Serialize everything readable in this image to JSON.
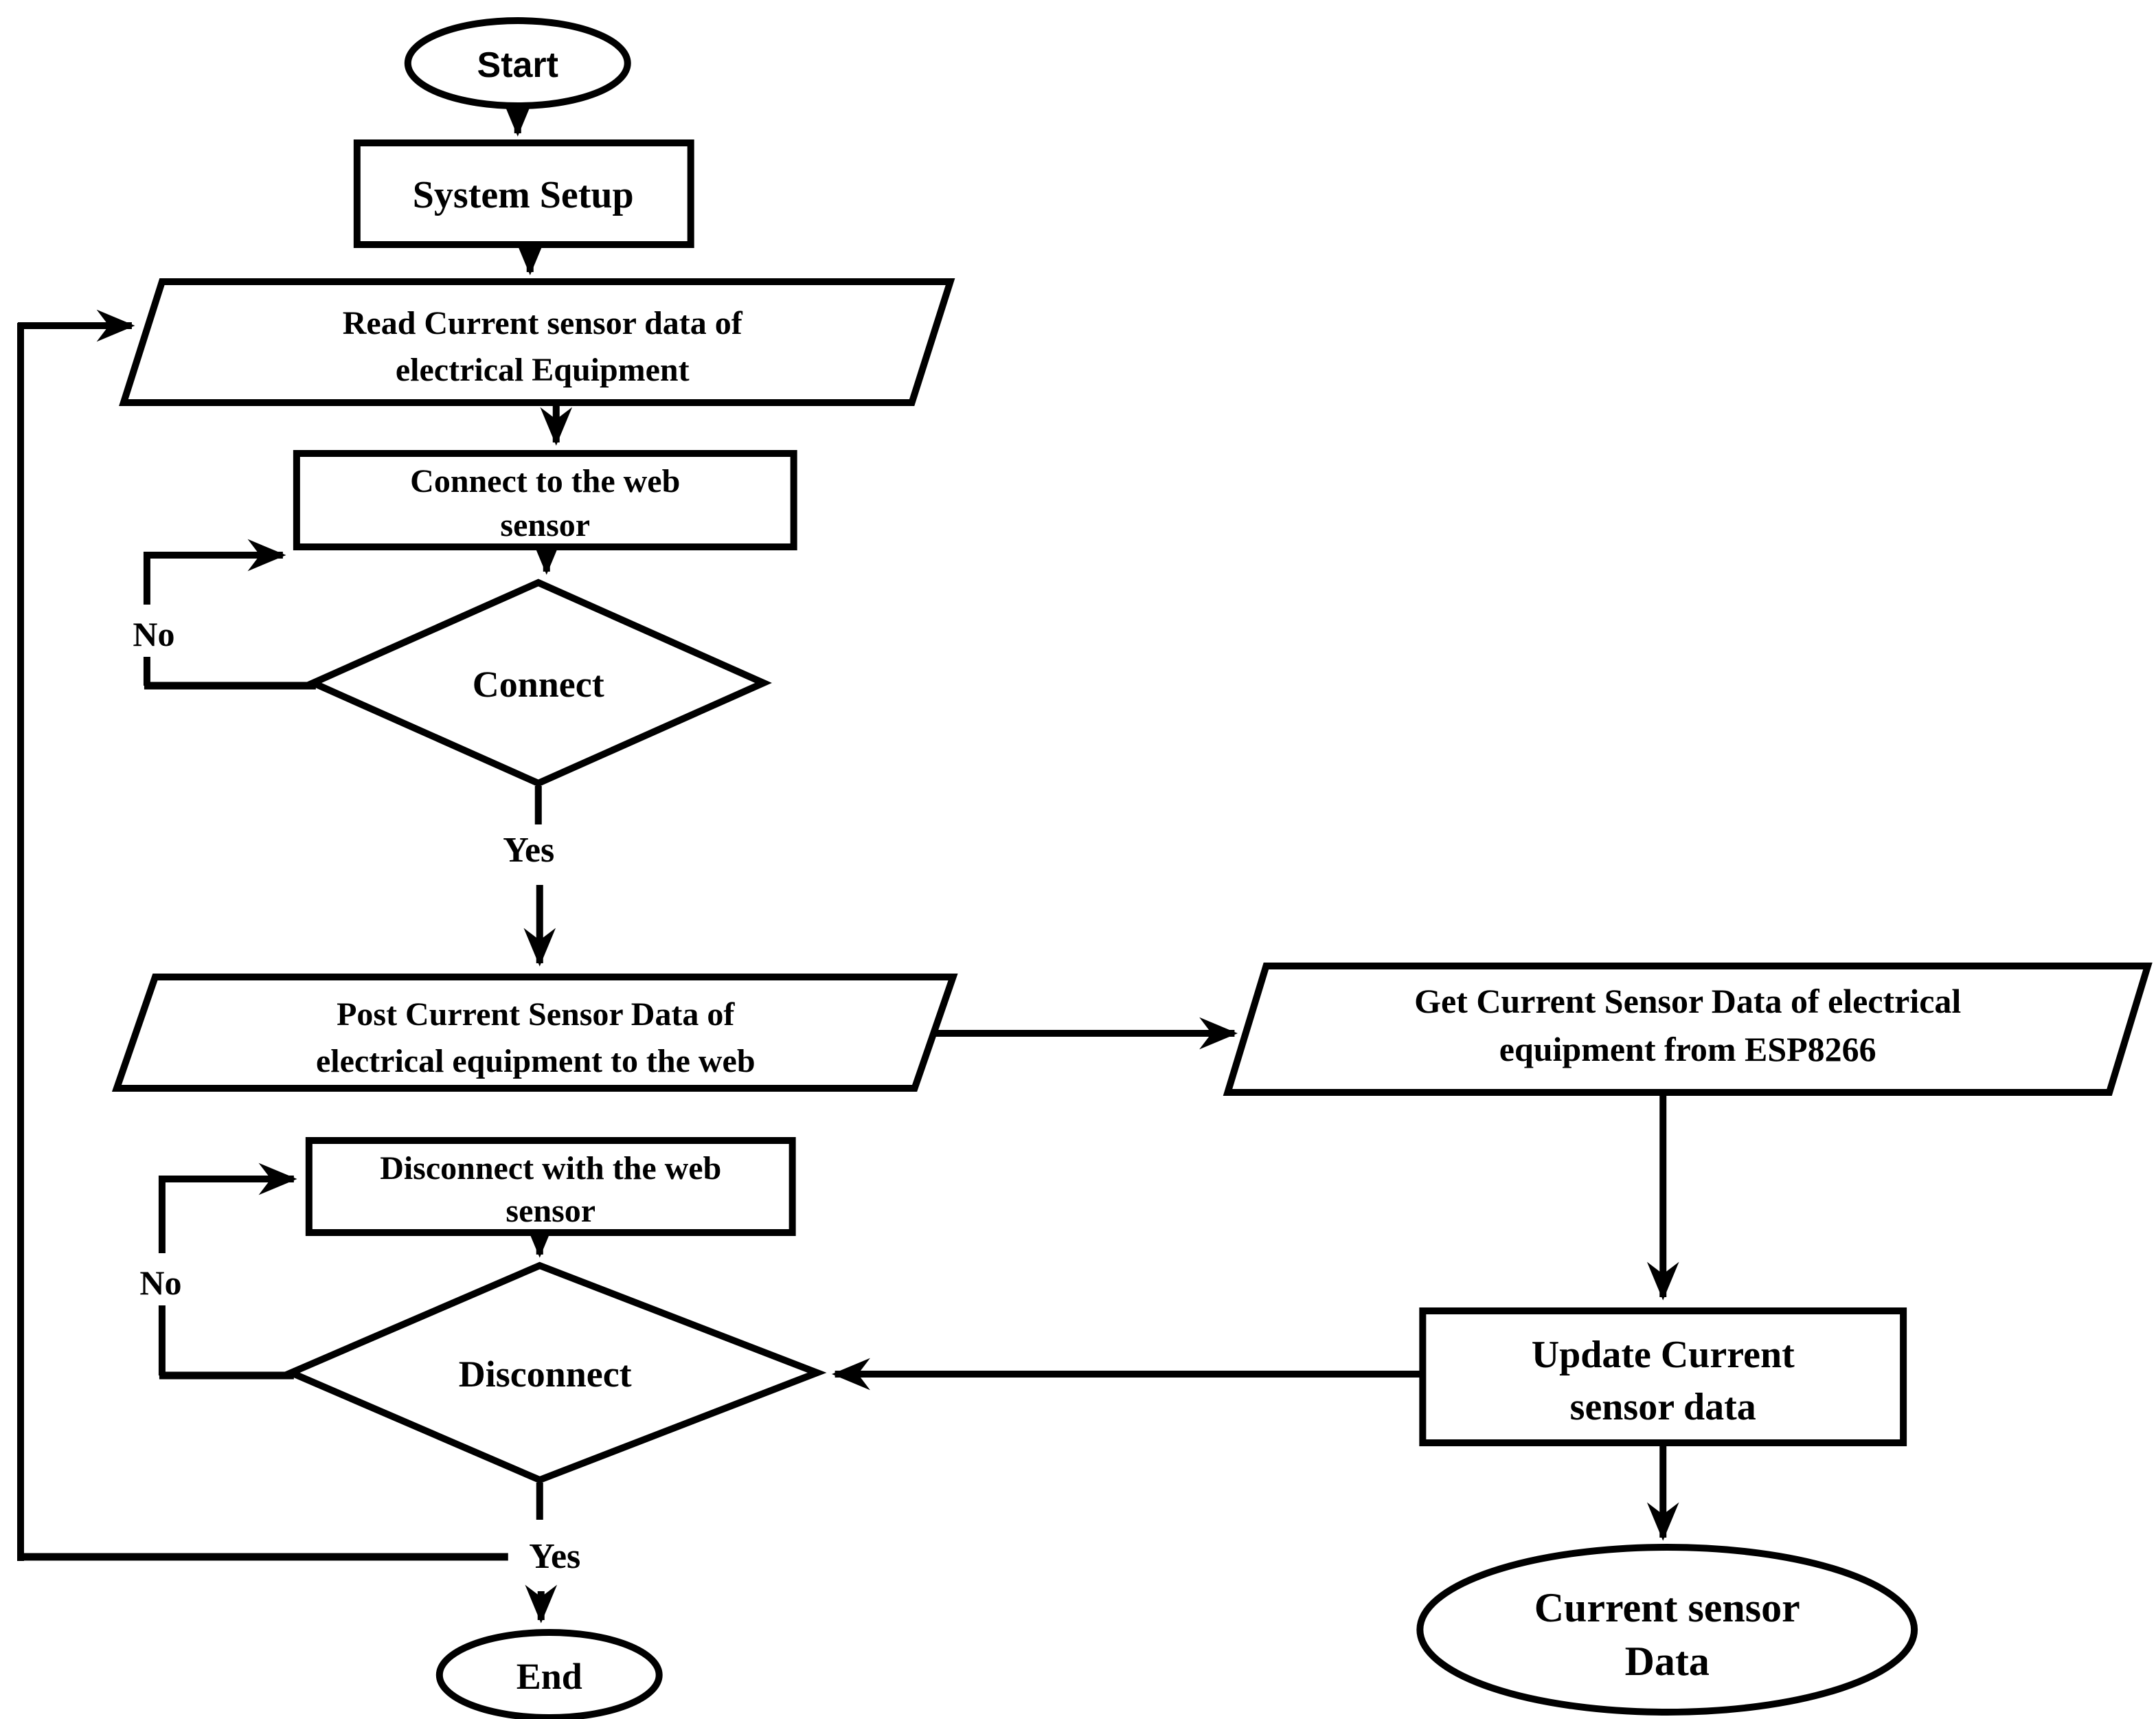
{
  "diagram": {
    "type": "flowchart",
    "background_color": "#ffffff",
    "line_color": "#000000",
    "nodes": {
      "start": {
        "shape": "terminator-oval",
        "label": "Start"
      },
      "system_setup": {
        "shape": "process-rect",
        "label": "System Setup"
      },
      "read_sensor": {
        "shape": "input-output-parallelogram",
        "lines": [
          "Read Current sensor data of",
          "electrical Equipment"
        ]
      },
      "connect_web": {
        "shape": "process-rect",
        "lines": [
          "Connect to the web",
          "sensor"
        ]
      },
      "connect_decision": {
        "shape": "decision-diamond",
        "label": "Connect"
      },
      "post_data": {
        "shape": "input-output-parallelogram",
        "lines": [
          "Post Current Sensor Data of",
          "electrical equipment to the web"
        ]
      },
      "get_data": {
        "shape": "input-output-parallelogram",
        "lines": [
          "Get Current Sensor Data of electrical",
          "equipment from ESP8266"
        ]
      },
      "update_data": {
        "shape": "process-rect",
        "lines": [
          "Update Current",
          "sensor data"
        ]
      },
      "sensor_data_output": {
        "shape": "terminator-oval",
        "lines": [
          "Current sensor",
          "Data"
        ]
      },
      "disconnect_web": {
        "shape": "process-rect",
        "lines": [
          "Disconnect with the web",
          "sensor"
        ]
      },
      "disconnect_decision": {
        "shape": "decision-diamond",
        "label": "Disconnect"
      },
      "end": {
        "shape": "terminator-oval",
        "label": "End"
      }
    },
    "edge_labels": {
      "connect_no": "No",
      "connect_yes": "Yes",
      "disconnect_no": "No",
      "disconnect_yes": "Yes"
    }
  }
}
